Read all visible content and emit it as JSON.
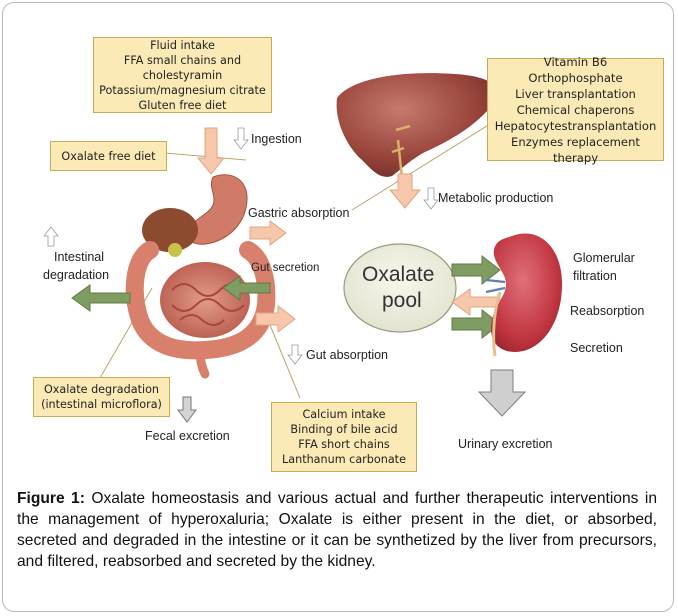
{
  "boxes": {
    "top_intake": [
      "Fluid intake",
      "FFA small chains and cholestyramin",
      "Potassium/magnesium citrate",
      "Gluten free diet"
    ],
    "oxalate_free_diet": "Oxalate free diet",
    "liver_therapies": [
      "Vitamin B6",
      "Orthophosphate",
      "Liver transplantation",
      "Chemical chaperons",
      "Hepatocytestransplantation",
      "Enzymes replacement therapy"
    ],
    "degradation": [
      "Oxalate degradation",
      "(intestinal microflora)"
    ],
    "calcium": [
      "Calcium intake",
      "Binding of bile acid",
      "FFA short chains",
      "Lanthanum carbonate"
    ]
  },
  "labels": {
    "ingestion": "Ingestion",
    "metabolic_production": "Metabolic production",
    "gastric_absorption": "Gastric absorption",
    "gut_secretion": "Gut secretion",
    "intestinal_degradation_1": "Intestinal",
    "intestinal_degradation_2": "degradation",
    "gut_absorption": "Gut absorption",
    "fecal_excretion": "Fecal excretion",
    "oxalate_pool_1": "Oxalate",
    "oxalate_pool_2": "pool",
    "glomerular_1": "Glomerular",
    "glomerular_2": "filtration",
    "reabsorption": "Reabsorption",
    "secretion": "Secretion",
    "urinary_excretion": "Urinary excretion"
  },
  "caption": {
    "label": "Figure 1:",
    "text": " Oxalate homeostasis and various actual and further therapeutic interventions in the management of hyperoxaluria; Oxalate is either present in the diet, or absorbed, secreted and degraded in the intestine or it can be synthetized by the liver from precursors, and filtered, reabsorbed and secreted by the kidney."
  },
  "colors": {
    "box_fill": "#fbeab6",
    "box_border": "#c9aa55",
    "peach_arrow": "#f6c7aa",
    "green_arrow": "#7f9c63",
    "gray_arrow": "#c8c8c8",
    "liver": "#9c4a42",
    "kidney": "#c2404a",
    "pool_fill": "#efefdf"
  }
}
